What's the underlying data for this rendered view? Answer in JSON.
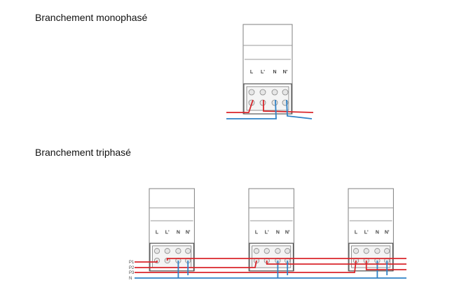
{
  "titles": {
    "mono": "Branchement monophasé",
    "tri": "Branchement triphasé"
  },
  "terminals": [
    "L",
    "L'",
    "N",
    "N'"
  ],
  "phases": [
    "P1",
    "P2",
    "P3",
    "N"
  ],
  "colors": {
    "phase_wire": "#d9262b",
    "neutral_wire": "#2f82c6",
    "box_outline": "#7f7f7f"
  }
}
